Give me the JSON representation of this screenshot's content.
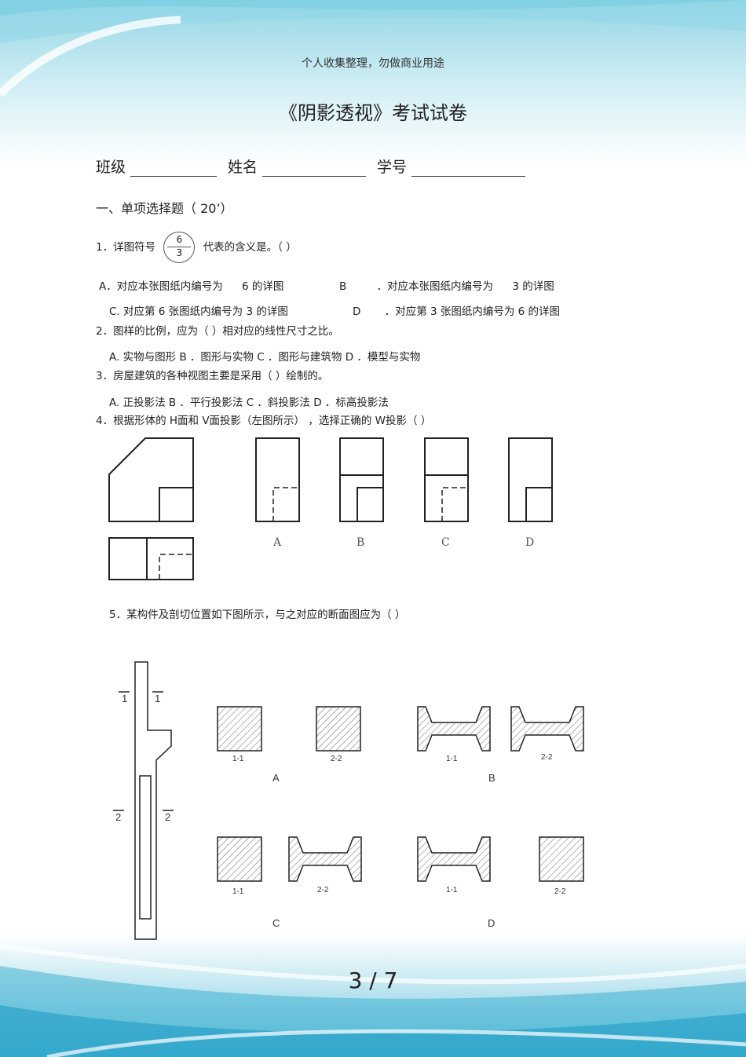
{
  "header_note": "个人收集整理，勿做商业用途",
  "title": "《阴影透视》考试试卷",
  "info": {
    "class_label": "班级",
    "name_label": "姓名",
    "id_label": "学号"
  },
  "section1": "一、单项选择题（ 20’）",
  "q1": {
    "prefix": "1．详图符号",
    "symbol_top": "6",
    "symbol_bottom": "3",
    "suffix": "代表的含义是。（        ）",
    "optA": "A．对应本张图纸内编号为",
    "optA_num": "6 的详图",
    "optB": "B",
    "optB_text": "．对应本张图纸内编号为",
    "optB_num": "3 的详图",
    "optC": "C. 对应第   6 张图纸内编号为     3 的详图",
    "optD": "D",
    "optD_text": "．对应第   3 张图纸内编号为     6 的详图"
  },
  "q2": {
    "text": "2．图样的比例，应为（              ）相对应的线性尺寸之比。",
    "options": "A. 实物与图形      B   ．图形与实物      C   ．图形与建筑物      D   ．模型与实物"
  },
  "q3": {
    "text": "3．房屋建筑的各种视图主要是采用（              ）绘制的。",
    "options": "A. 正投影法      B   ．平行投影法      C   ．斜投影法      D   ．标高投影法"
  },
  "q4": {
    "text": "4．根据形体的     H面和  V面投影（左图所示）   ，选择正确的    W投影（      ）",
    "labels": [
      "A",
      "B",
      "C",
      "D"
    ]
  },
  "q5": {
    "text": "5．某构件及剖切位置如下图所示，与之对应的断面图应为（                       ）",
    "cut_labels": [
      "1",
      "1",
      "2",
      "2"
    ],
    "section_labels": [
      "1-1",
      "2-2"
    ],
    "choice_labels": [
      "A",
      "B",
      "C",
      "D"
    ]
  },
  "page": "3 / 7"
}
